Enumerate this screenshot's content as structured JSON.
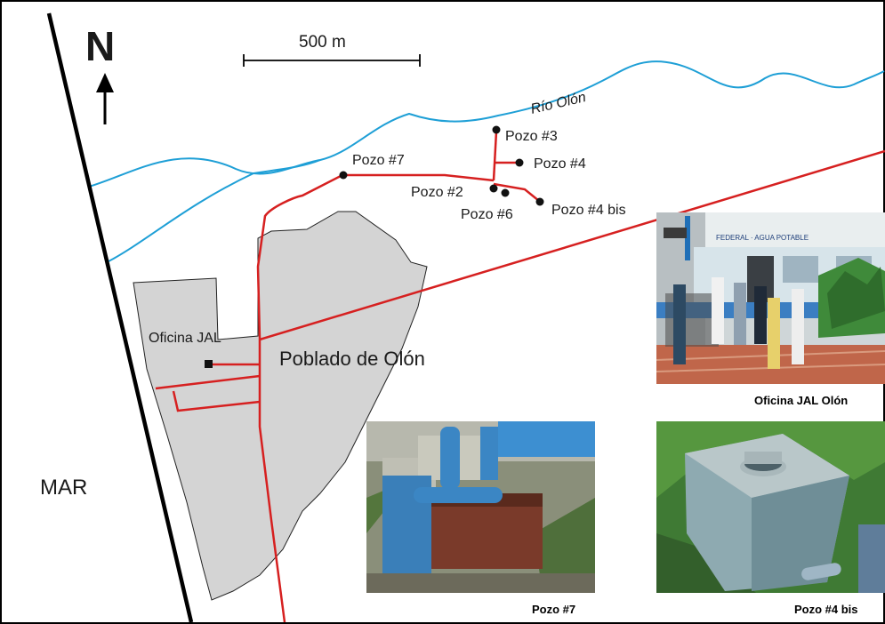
{
  "map": {
    "north_label": "N",
    "scale_label": "500 m",
    "river_label": "Río Olón",
    "sea_label": "MAR",
    "town_label": "Poblado de Olón",
    "office_label": "Oficina JAL",
    "wells": [
      {
        "name": "Pozo #7"
      },
      {
        "name": "Pozo #3"
      },
      {
        "name": "Pozo #4"
      },
      {
        "name": "Pozo #2"
      },
      {
        "name": "Pozo #6"
      },
      {
        "name": "Pozo #4 bis"
      }
    ],
    "colors": {
      "river": "#1e9fd6",
      "pipeline": "#d62020",
      "town": "#d4d4d4",
      "coast": "#000000"
    }
  },
  "photos": [
    {
      "caption": "Oficina JAL Olón",
      "sign_text": "FEDERAL · AGUA POTABLE"
    },
    {
      "caption": "Pozo #7"
    },
    {
      "caption": "Pozo #4 bis"
    }
  ]
}
